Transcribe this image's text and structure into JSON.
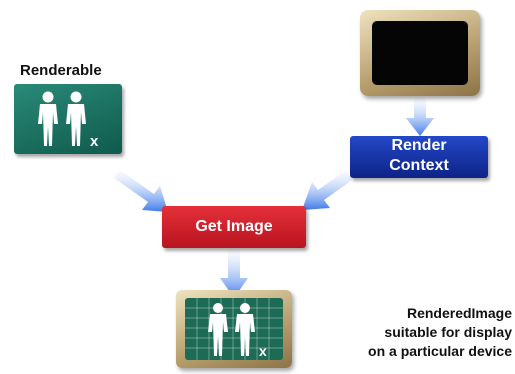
{
  "renderable": {
    "label": "Renderable",
    "figure_suffix": "x"
  },
  "render_context": {
    "line1": "Render",
    "line2": "Context"
  },
  "get_image": {
    "label": "Get Image"
  },
  "rendered_image": {
    "figure_suffix": "x",
    "caption_lines": [
      "RenderedImage",
      "suitable for display",
      "on a particular device"
    ]
  },
  "colors": {
    "renderable_green": "#1a7060",
    "render_context_blue": "#1a36b0",
    "get_image_red": "#d42030",
    "arrow_blue": "#5a8ef0",
    "frame_tan": "#c8b184"
  }
}
